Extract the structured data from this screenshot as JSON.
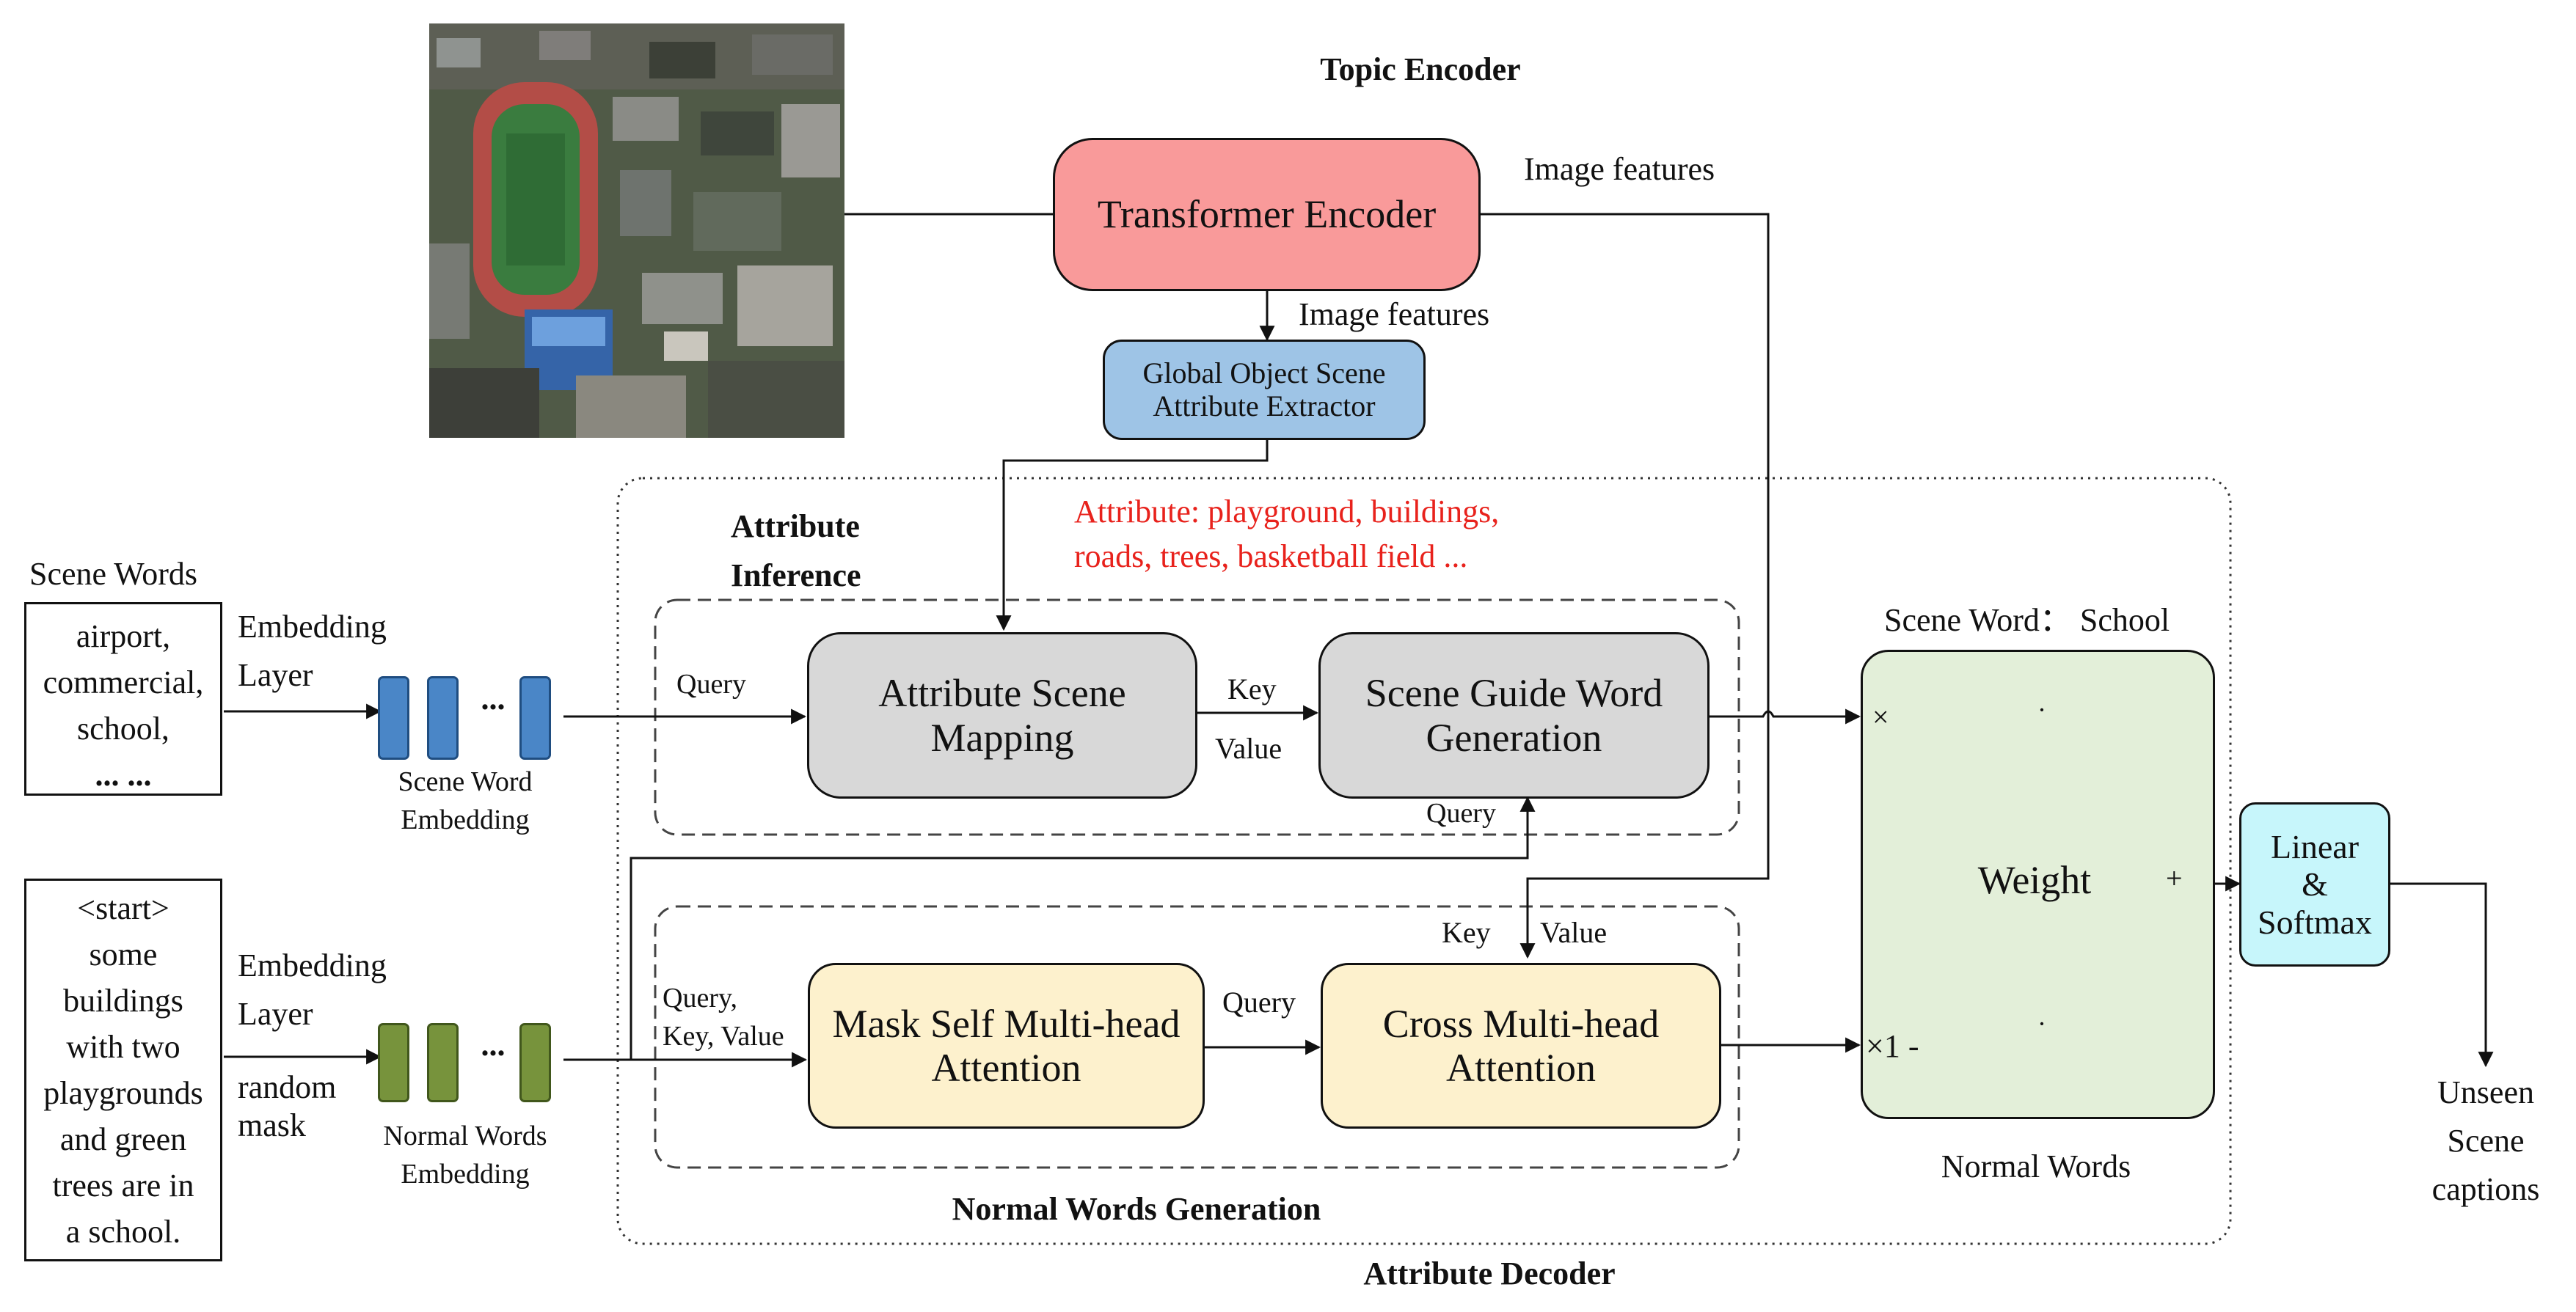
{
  "titles": {
    "topic_encoder": "Topic Encoder",
    "attribute_inference": [
      "Attribute",
      "Inference"
    ],
    "normal_words_generation": "Normal Words Generation",
    "attribute_decoder": "Attribute Decoder"
  },
  "image": {
    "description_icon": "satellite-image"
  },
  "encoder": {
    "transformer": "Transformer Encoder",
    "image_features_top": "Image features",
    "image_features_down": "Image features",
    "extractor": [
      "Global Object Scene",
      "Attribute Extractor"
    ]
  },
  "attribute_text": [
    "Attribute: playground, buildings,",
    "roads, trees, basketball field ..."
  ],
  "scene_input": {
    "header": "Scene Words",
    "words": [
      "airport,",
      "commercial,",
      "school,",
      "... ..."
    ],
    "embedding_label": [
      "Embedding",
      "Layer"
    ],
    "embedding_caption": [
      "Scene Word",
      "Embedding"
    ]
  },
  "normal_input": {
    "words": [
      "<start>",
      "some",
      "buildings",
      "with two",
      "playgrounds",
      "and green",
      "trees are in",
      "a school."
    ],
    "embedding_label": [
      "Embedding",
      "Layer"
    ],
    "mask_label": [
      "random",
      "mask"
    ],
    "embedding_caption": [
      "Normal Words",
      "Embedding"
    ]
  },
  "embedding_dots": "...",
  "attr_inference": {
    "query": "Query",
    "mapping": [
      "Attribute Scene",
      "Mapping"
    ],
    "key": "Key",
    "value": "Value",
    "guide": [
      "Scene Guide Word",
      "Generation"
    ],
    "guide_query": "Query"
  },
  "normal_gen": {
    "qkv": [
      "Query,",
      "Key, Value"
    ],
    "mask_attn": [
      "Mask Self Multi-head",
      "Attention"
    ],
    "query": "Query",
    "key": "Key",
    "value": "Value",
    "cross_attn": [
      "Cross Multi-head",
      "Attention"
    ]
  },
  "fusion": {
    "scene_word": "Scene Word： School",
    "times": "×",
    "one_minus": "×1 -",
    "weight": "Weight",
    "plus": "+",
    "normal_words": "Normal Words",
    "separator": "·"
  },
  "output": {
    "linear": [
      "Linear",
      "&",
      "Softmax"
    ],
    "captions": [
      "Unseen",
      "Scene",
      "captions"
    ]
  },
  "colors": {
    "transformer": "#f99a9a",
    "extractor": "#9ec4e6",
    "gray_block": "#d8d8d8",
    "yellow_block": "#fdf1cd",
    "weight_bg": "#e3efd9",
    "linear_bg": "#c7f6fb",
    "scene_bar": "#4a86c7",
    "normal_bar": "#77933c",
    "attribute_text": "#e8221c",
    "bar_darkred": "#c00000",
    "bar_salmon": "#ff5f5f",
    "bar_gold": "#ffc000",
    "bar_red": "#ff0000"
  }
}
